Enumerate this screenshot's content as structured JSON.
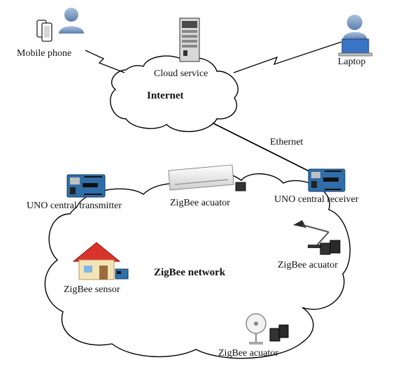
{
  "diagram": {
    "nodes": {
      "mobile_phone": "Mobile phone",
      "cloud_service": "Cloud service",
      "internet": "Internet",
      "laptop": "Laptop",
      "ethernet": "Ethernet",
      "uno_transmitter": "UNO central transmitter",
      "zigbee_actuator_top": "ZigBee acuator",
      "uno_receiver": "UNO central receiver",
      "zigbee_actuator_right": "ZigBee acuator",
      "zigbee_network": "ZigBee network",
      "zigbee_sensor": "ZigBee sensor",
      "zigbee_actuator_bottom": "ZigBee acuator"
    },
    "colors": {
      "user_icon": "#7f9ec4",
      "arduino_board": "#2f6ea8",
      "house_roof": "#d9342b",
      "line": "#000000"
    }
  }
}
